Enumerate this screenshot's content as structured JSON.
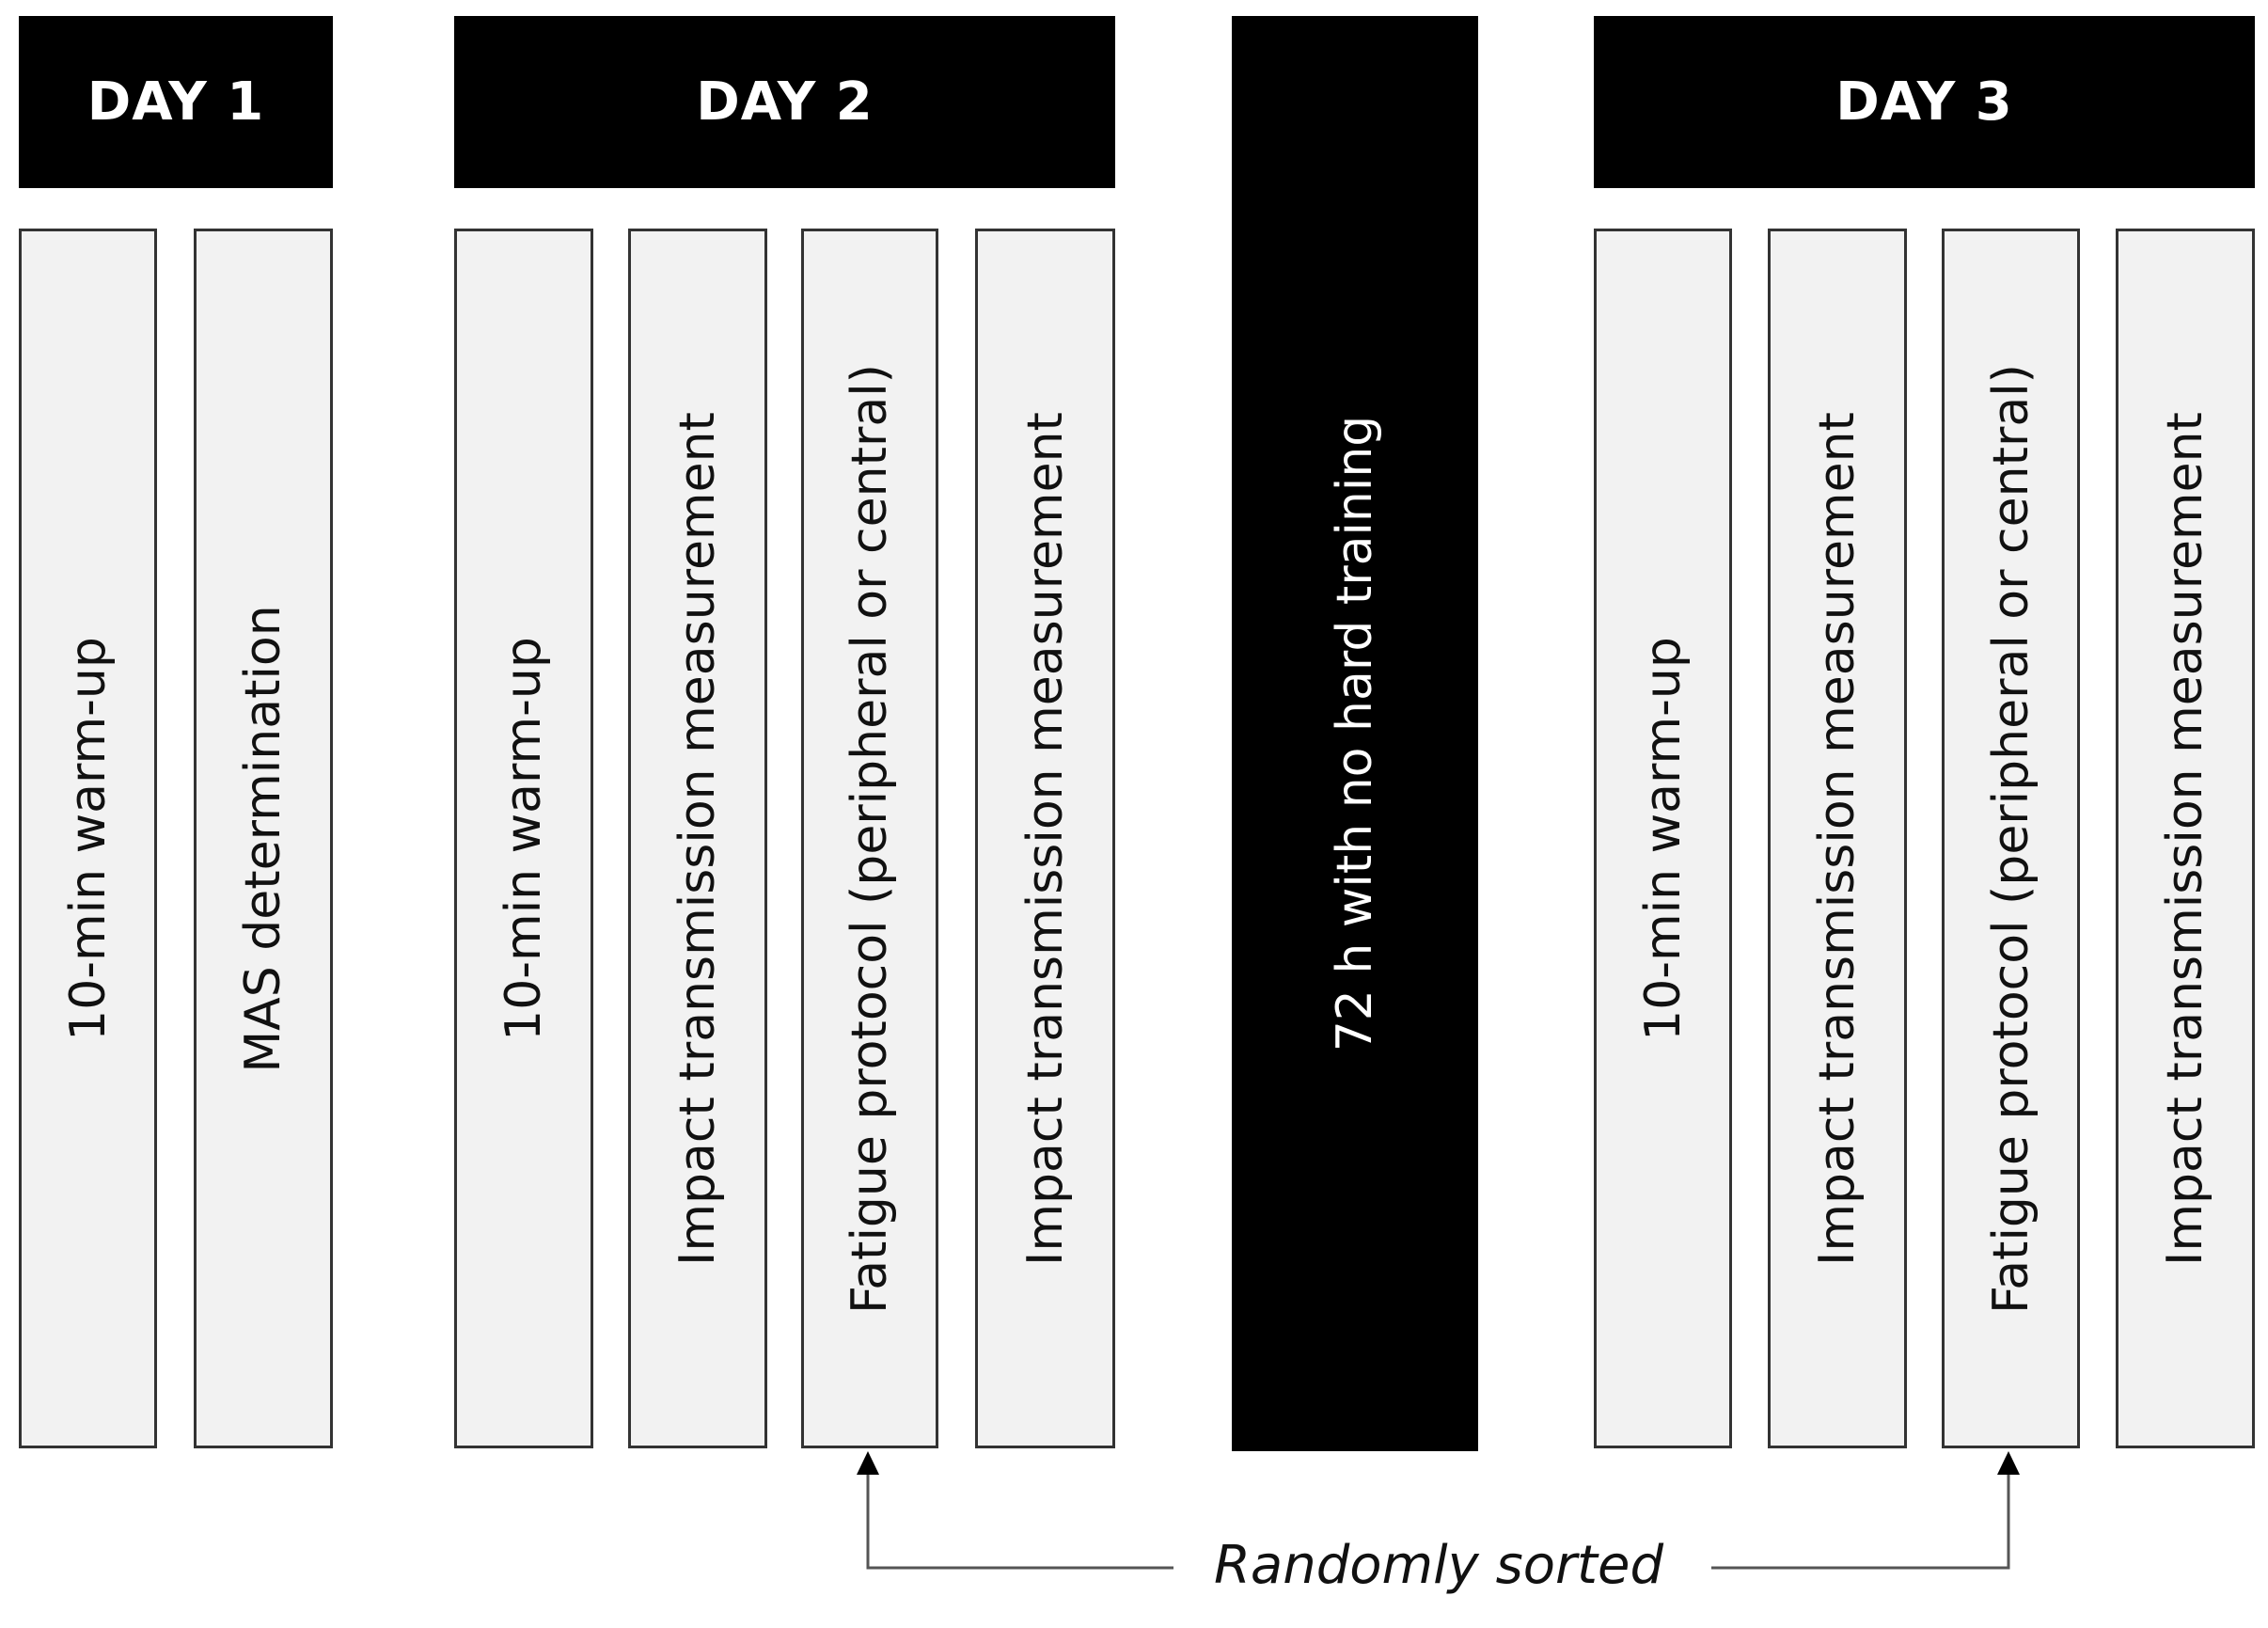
{
  "days": [
    {
      "label": "DAY 1",
      "steps": [
        "10-min warm-up",
        "MAS determination"
      ]
    },
    {
      "label": "DAY 2",
      "steps": [
        "10-min warm-up",
        "Impact transmission measurement",
        "Fatigue protocol (peripheral or central)",
        "Impact transmission measurement"
      ]
    },
    {
      "label": "DAY 3",
      "steps": [
        "10-min warm-up",
        "Impact transmission measurement",
        "Fatigue protocol (peripheral or central)",
        "Impact transmission measurement"
      ]
    }
  ],
  "rest_period": "72 h with no hard training",
  "connector_label": "Randomly sorted",
  "colors": {
    "header_bg": "#000000",
    "header_text": "#ffffff",
    "box_bg": "#f2f2f2",
    "box_border": "#333333",
    "connector": "#555555"
  }
}
